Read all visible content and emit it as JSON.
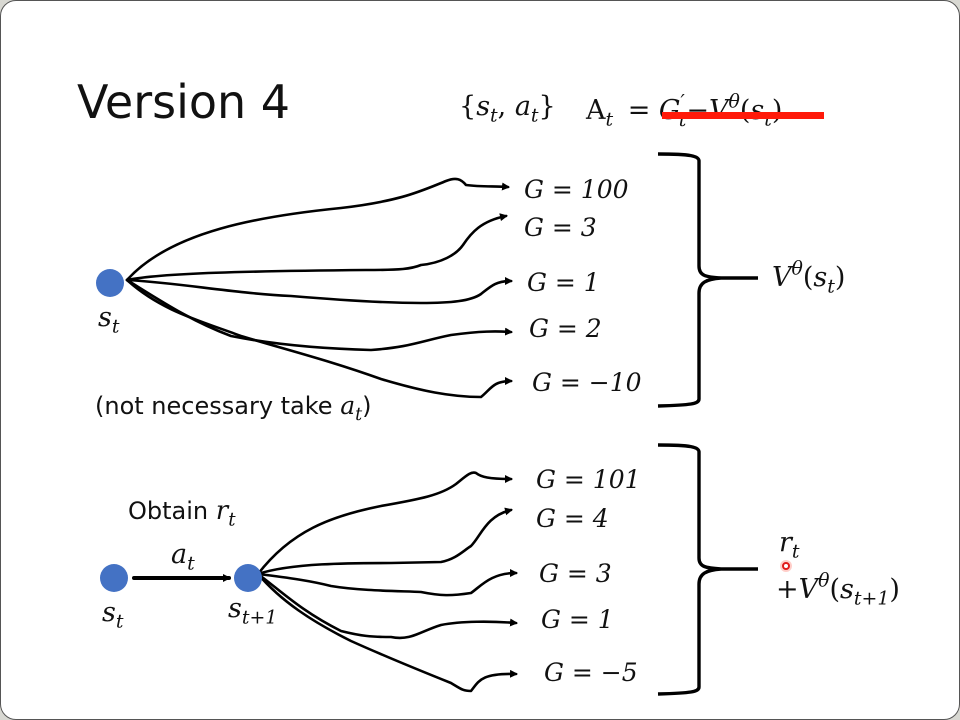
{
  "slide": {
    "title": "Version 4",
    "header_formula": {
      "pair": {
        "open": "{",
        "s": "s",
        "s_sub": "t",
        "comma": ", ",
        "a": "a",
        "a_sub": "t",
        "close": "}"
      },
      "advantage": {
        "A": "A",
        "A_sub": "t",
        "eq": "=",
        "G": "G",
        "G_prime": "′",
        "G_sub": "t",
        "minus": "−",
        "V": "V",
        "V_sup": "θ",
        "arg_open": "(",
        "arg_s": "s",
        "arg_sub": "t",
        "arg_close": ")"
      },
      "struck_out": true,
      "strike_color": "#ff1a0a"
    },
    "top_diagram": {
      "node_label": {
        "s": "s",
        "sub": "t"
      },
      "returns": [
        "G = 100",
        "G = 3",
        "G = 1",
        "G = 2",
        "G = −10"
      ],
      "note": {
        "text": "(not necessary take ",
        "var": "a",
        "sub": "t",
        "close": ")"
      },
      "brace_result": {
        "V": "V",
        "sup": "θ",
        "open": "(",
        "s": "s",
        "sub": "t",
        "close": ")"
      }
    },
    "bottom_diagram": {
      "obtain": {
        "text": "Obtain ",
        "r": "r",
        "sub": "t"
      },
      "action": {
        "a": "a",
        "sub": "t"
      },
      "node_from": {
        "s": "s",
        "sub": "t"
      },
      "node_to": {
        "s": "s",
        "sub": "t+1"
      },
      "returns": [
        "G = 101",
        "G = 4",
        "G = 3",
        "G = 1",
        "G = −5"
      ],
      "brace_result": {
        "r": "r",
        "r_sub": "t",
        "plus": "+",
        "V": "V",
        "sup": "θ",
        "open": "(",
        "s": "s",
        "sub": "t+1",
        "close": ")"
      }
    },
    "colors": {
      "node": "#4472c4",
      "ink": "#000000",
      "background": "#ffffff"
    }
  }
}
